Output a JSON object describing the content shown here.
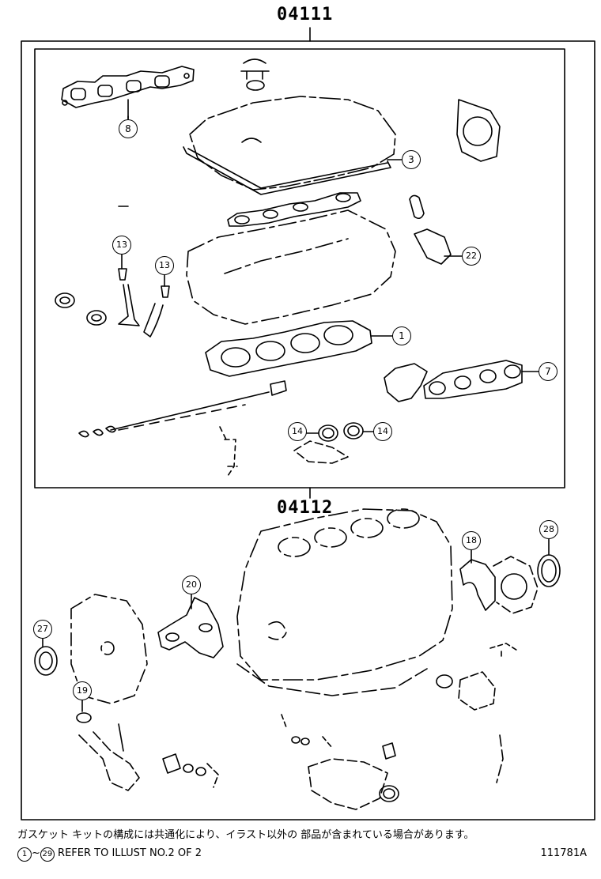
{
  "kits": [
    {
      "part_number": "04111"
    },
    {
      "part_number": "04112"
    }
  ],
  "callouts": [
    "1",
    "3",
    "7",
    "8",
    "13",
    "13",
    "14",
    "14",
    "18",
    "19",
    "20",
    "22",
    "27",
    "28"
  ],
  "notes": {
    "japanese": "ガスケット キットの構成には共通化により、イラスト以外の 部品が含まれている場合があります。",
    "english_from": "1",
    "english_tilde": "~",
    "english_to": "29",
    "english_text": "REFER TO ILLUST NO.2 OF 2"
  },
  "drawing_number": "111781A"
}
